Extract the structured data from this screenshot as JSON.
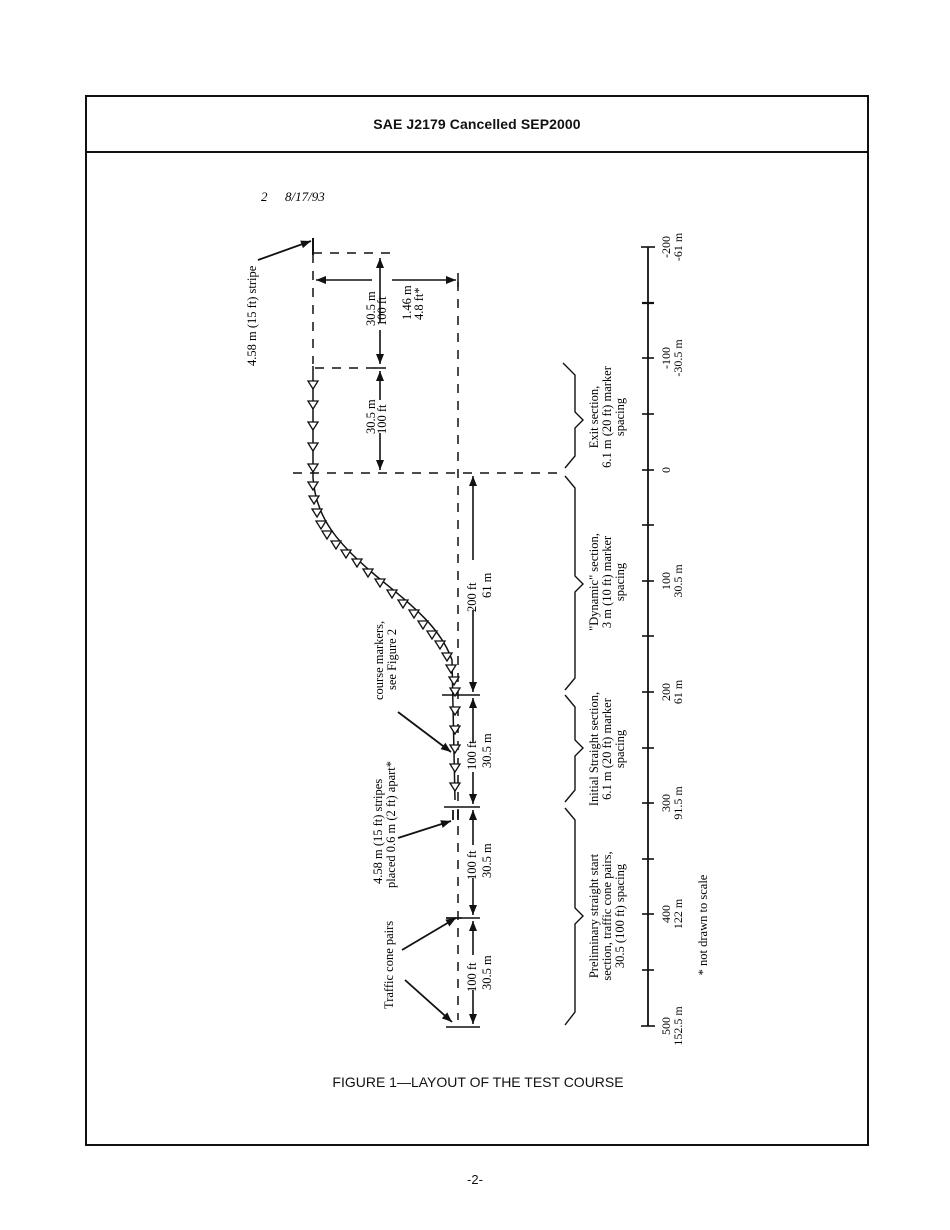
{
  "header": {
    "title": "SAE J2179 Cancelled SEP2000"
  },
  "revision": {
    "number": "2",
    "date": "8/17/93"
  },
  "figure": {
    "caption": "FIGURE 1—LAYOUT OF THE TEST COURSE",
    "note": "* not drawn to scale"
  },
  "page": {
    "number": "-2-"
  },
  "annotations": {
    "top_stripe": "4.58 m (15 ft) stripe",
    "exit_length_1_m": "30.5 m",
    "exit_length_1_ft": "100 ft",
    "lateral_offset_m": "1.46 m",
    "lateral_offset_ft": "4.8 ft*",
    "exit_length_2_m": "30.5 m",
    "exit_length_2_ft": "100 ft",
    "dynamic_length_ft": "200 ft",
    "dynamic_length_m": "61 m",
    "course_markers_1": "course markers,",
    "course_markers_2": "see Figure 2",
    "straight_length_ft": "100 ft",
    "straight_length_m": "30.5 m",
    "stripes_1": "4.58 m (15 ft) stripes",
    "stripes_2": "placed 0.6 m (2 ft) apart*",
    "prelim_length_1_ft": "100 ft",
    "prelim_length_1_m": "30.5 m",
    "cone_pairs": "Traffic cone pairs",
    "prelim_length_2_ft": "100 ft",
    "prelim_length_2_m": "30.5 m"
  },
  "sections": [
    {
      "line1": "Exit section,",
      "line2": "6.1 m (20 ft) marker",
      "line3": "spacing"
    },
    {
      "line1": "\"Dynamic\" section,",
      "line2": "3 m (10 ft) marker",
      "line3": "spacing"
    },
    {
      "line1": "Initial Straight section,",
      "line2": "6.1 m (20 ft) marker",
      "line3": "spacing"
    },
    {
      "line1": "Preliminary straight start",
      "line2": "section, traffic cone pairs,",
      "line3": "30.5 (100 ft) spacing"
    }
  ],
  "axis": {
    "ticks": [
      {
        "ft": "-200",
        "m": "-61 m"
      },
      {
        "ft": "-100",
        "m": "-30.5 m"
      },
      {
        "ft": "0",
        "m": ""
      },
      {
        "ft": "100",
        "m": "30.5 m"
      },
      {
        "ft": "200",
        "m": "61 m"
      },
      {
        "ft": "300",
        "m": "91.5 m"
      },
      {
        "ft": "400",
        "m": "122 m"
      },
      {
        "ft": "500",
        "m": "152.5 m"
      }
    ]
  }
}
